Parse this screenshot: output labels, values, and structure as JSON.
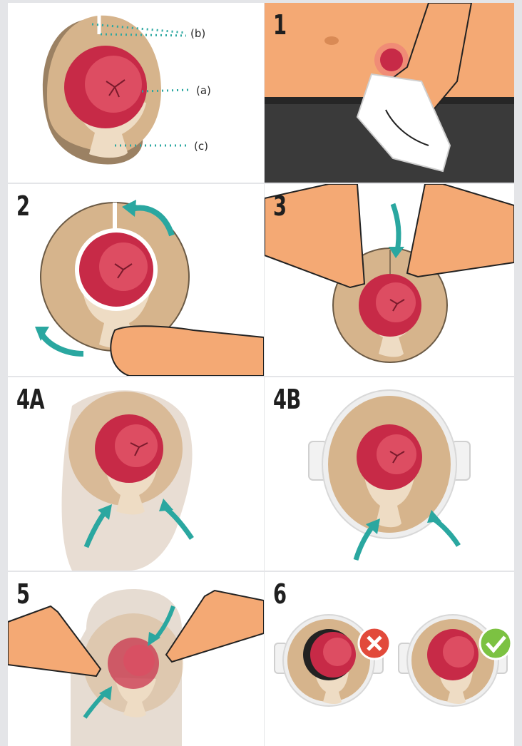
{
  "colors": {
    "background": "#e4e5e8",
    "panel": "#ffffff",
    "stoma_red": "#c72a47",
    "stoma_pink": "#dd4d62",
    "skin": "#f4a974",
    "wafer_tan": "#d6b48c",
    "teal_arrow": "#2aa7a0",
    "pants_dark": "#3a3a3a",
    "wrong_red": "#e24a3b",
    "right_green": "#7cc242"
  },
  "panels": [
    {
      "step": "",
      "labels": {
        "a": "(a)",
        "b": "(b)",
        "c": "(c)"
      }
    },
    {
      "step": "1"
    },
    {
      "step": "2"
    },
    {
      "step": "3"
    },
    {
      "step": "4A"
    },
    {
      "step": "4B"
    },
    {
      "step": "5"
    },
    {
      "step": "6",
      "badges": [
        "cross-icon",
        "check-icon"
      ]
    }
  ]
}
